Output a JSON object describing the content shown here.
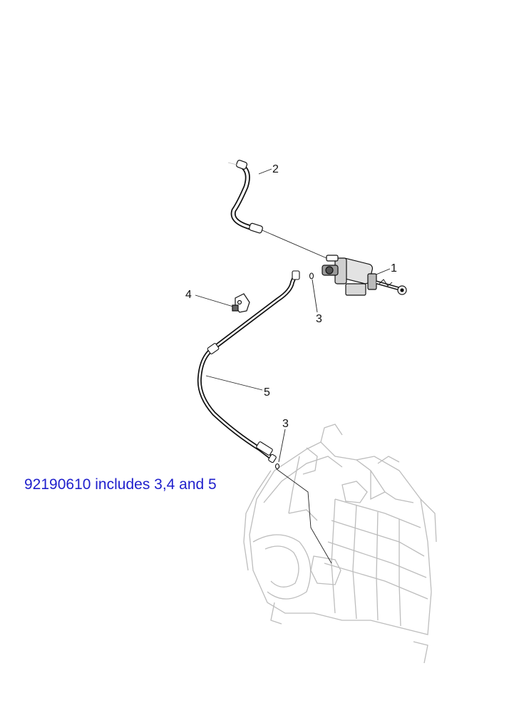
{
  "callouts": {
    "c1": "1",
    "c2": "2",
    "c3a": "3",
    "c3b": "3",
    "c4": "4",
    "c5": "5"
  },
  "note": {
    "text": "92190610 includes 3,4 and 5",
    "color": "#1f1fcc"
  },
  "colors": {
    "line": "#111111",
    "gearbox": "#bdbdbd"
  }
}
